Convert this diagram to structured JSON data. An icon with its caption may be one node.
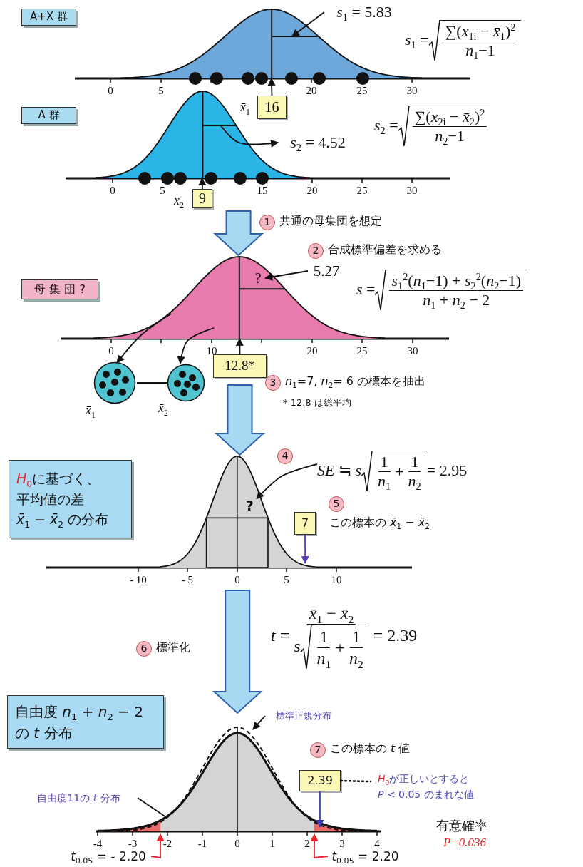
{
  "diagram": {
    "nodes": [
      {
        "text": [
          "A+X 群"
        ]
      },
      {
        "text": [],
        "shape": "curve"
      },
      {
        "text": [
          "*s*$_{1}$ = 5.83"
        ]
      },
      {
        "text": [
          "16"
        ]
      },
      {
        "text": [
          "A 群"
        ]
      },
      {
        "text": [],
        "shape": "curve"
      },
      {
        "text": [
          "*s*$_{2}$ = 4.52"
        ]
      },
      {
        "text": [
          "9"
        ],
        "beside": [
          "*x̄*$_{2}$"
        ]
      },
      {
        "text": [
          "1"
        ],
        "beside": [
          "共通の母集団を想定"
        ]
      },
      {
        "text": [
          "2"
        ],
        "beside": [
          "合成標準偏差を求める"
        ]
      },
      {
        "text": [],
        "shape": "curve"
      },
      {
        "text": [
          "?"
        ],
        "in": 10
      },
      {
        "text": [
          "5.27"
        ]
      },
      {
        "text": [
          "母 集 団 ?"
        ]
      },
      {
        "text": [
          "12.8*"
        ]
      },
      {
        "text": [],
        "shape": "circle",
        "beside": [
          "*x̄*$_{1}$"
        ]
      },
      {
        "text": [],
        "shape": "circle",
        "beside": [
          "*x̄*$_{2}$"
        ]
      },
      {
        "text": [
          "3"
        ],
        "beside": [
          "*n*$_{1}$=7, *n*$_{2}$= 6 の標本を抽出"
        ]
      },
      {
        "text": [
          "*H*$_{0}$に基づく、",
          "平均値の差",
          "*x̄*$_{1}$ − *x̄*$_{2}$ の分布"
        ]
      },
      {
        "text": [],
        "shape": "curve"
      },
      {
        "text": [
          "?"
        ],
        "in": 19
      },
      {
        "text": [
          "4"
        ]
      },
      {
        "text": [
          "*SE* ≒ *s*",
          "1",
          "*n*$_{1}$",
          "+",
          "1",
          "*n*$_{2}$",
          "= 2.95"
        ]
      },
      {
        "text": [
          "5"
        ],
        "beside": [
          "この標本の *x̄*$_{1}$ − *x̄*$_{2}$"
        ]
      },
      {
        "text": [
          "7"
        ]
      },
      {
        "text": [
          "6"
        ],
        "beside": [
          "標準化"
        ]
      },
      {
        "text": [
          "自由度 *n*$_{1}$ + *n*$_{2}$ − 2",
          "の *t* 分布"
        ]
      },
      {
        "text": [],
        "shape": "curve"
      },
      {
        "text": [
          "標準正規分布"
        ]
      },
      {
        "text": [
          "7"
        ],
        "beside": [
          "この標本の *t* 値"
        ]
      },
      {
        "text": [
          "2.39"
        ]
      },
      {
        "text": [
          "*H*$_{0}$が正しいとすると",
          "*P* < 0.05 のまれな値"
        ]
      },
      {
        "text": [
          "自由度11の *t* 分布"
        ]
      },
      {
        "text": [
          "*t*$_{0.05}$ = - 2.20"
        ]
      },
      {
        "text": [
          "*t*$_{0.05}$ = 2.20"
        ]
      }
    ],
    "edges": [
      {
        "from": 2,
        "to": 1,
        "arrow": "to"
      },
      {
        "from": 3,
        "to": 1,
        "arrow": "to"
      },
      {
        "from": 5,
        "to": 6,
        "arrow": "to"
      },
      {
        "from": 7,
        "to": 5,
        "arrow": "to"
      },
      {
        "from": 5,
        "to": 10,
        "arrow": "to",
        "style": "thick",
        "color": "#a9d9f2"
      },
      {
        "from": 12,
        "to": 11,
        "arrow": "to"
      },
      {
        "from": 14,
        "to": 10,
        "arrow": "to"
      },
      {
        "from": 10,
        "to": 15,
        "arrow": "to"
      },
      {
        "from": 10,
        "to": 16,
        "arrow": "to"
      },
      {
        "from": 15,
        "to": 16,
        "arrow": "none"
      },
      {
        "from": 14,
        "to": 19,
        "arrow": "to",
        "style": "thick",
        "color": "#a9d9f2"
      },
      {
        "from": 22,
        "to": 20,
        "arrow": "to"
      },
      {
        "from": 24,
        "to": 19,
        "arrow": "to",
        "color": "#5a3cb4"
      },
      {
        "from": 19,
        "to": 27,
        "arrow": "to",
        "style": "thick",
        "color": "#a9d9f2"
      },
      {
        "from": 28,
        "to": 27,
        "arrow": "to"
      },
      {
        "from": 30,
        "to": 27,
        "arrow": "to",
        "color": "#3b3bb3"
      },
      {
        "from": 30,
        "to": 31,
        "arrow": "none",
        "style": "dashed"
      },
      {
        "from": 32,
        "to": 27,
        "arrow": "none"
      },
      {
        "from": 33,
        "to": 27,
        "arrow": "to",
        "color": "#e8242a"
      },
      {
        "from": 34,
        "to": 27,
        "arrow": "to",
        "color": "#e8242a"
      }
    ],
    "labels": [
      "*s*$_{1}$ =",
      "∑(*x*$_{1i}$ − *x̄*$_{1}$)$^{2}$",
      "*n*$_{1}$−1",
      "*s*$_{2}$ =",
      "∑(*x*$_{2i}$ − *x̄*$_{2}$)$^{2}$",
      "*n*$_{2}$−1",
      "*s* =",
      "*s*$_{1}$$^{2}$(*n*$_{1}$−1) + *s*$_{2}$$^{2}$(*n*$_{2}$−1)",
      "*n*$_{1}$ + *n*$_{2}$ − 2",
      "*t* =",
      "*x̄*$_{1}$ − *x̄*$_{2}$",
      "*s*",
      "1",
      "*n*$_{1}$",
      "+",
      "1",
      "*n*$_{2}$",
      "= 2.39",
      "* 12.8 は総平均",
      "有意確率",
      "P=0.036",
      "0",
      "5",
      "20",
      "25",
      "30",
      "0",
      "5",
      "15",
      "20",
      "25",
      "30",
      "0",
      "10",
      "20",
      "25",
      "30",
      "- 10",
      "- 5",
      "0",
      "5",
      "10",
      "-4",
      "-3",
      "-2",
      "-1",
      "0",
      "1",
      "2",
      "3",
      "4",
      "*x̄*$_{1}$"
    ]
  }
}
